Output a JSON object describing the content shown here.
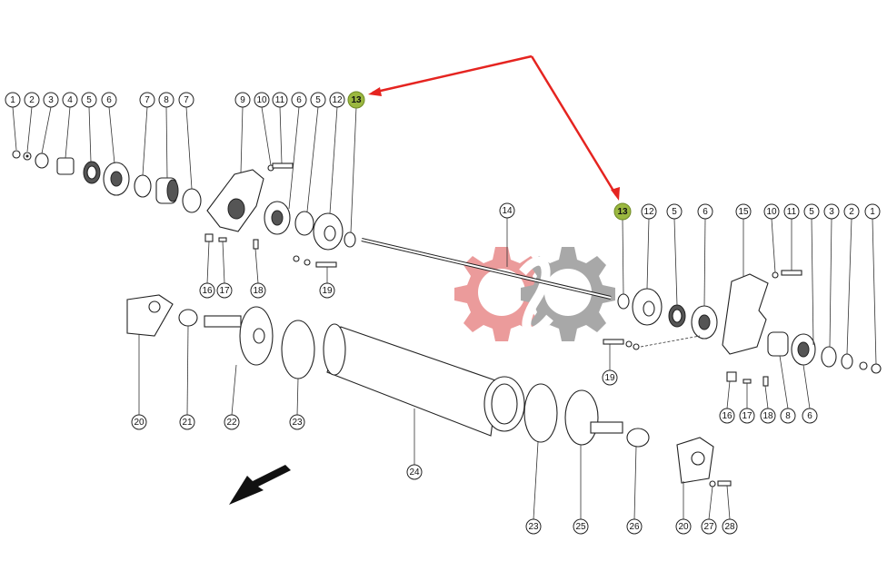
{
  "diagram": {
    "title": "Exploded view of feed roller assembly",
    "callouts": [
      "1",
      "2",
      "3",
      "4",
      "5",
      "6",
      "7",
      "8",
      "7",
      "9",
      "10",
      "11",
      "6",
      "5",
      "12",
      "13",
      "16",
      "17",
      "18",
      "19",
      "14",
      "13",
      "12",
      "5",
      "6",
      "15",
      "10",
      "11",
      "5",
      "3",
      "2",
      "1",
      "19",
      "16",
      "17",
      "18",
      "8",
      "6",
      "20",
      "21",
      "22",
      "23",
      "24",
      "23",
      "25",
      "26",
      "20",
      "27",
      "28"
    ],
    "highlighted_part": "13",
    "highlight_color": "#9bb840",
    "arrow_color": "#e52420",
    "watermark_colors": [
      "#e88080",
      "#9a9a9a"
    ]
  }
}
